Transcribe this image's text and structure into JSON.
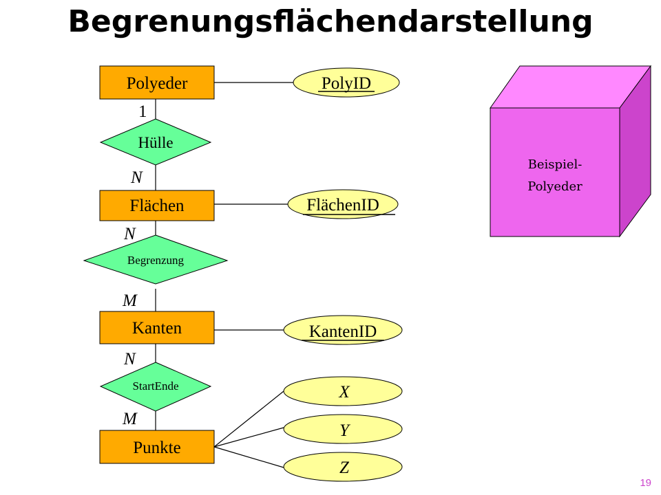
{
  "title": "Begrenungsflächendarstellung",
  "page_number": "19",
  "entities": {
    "polyeder": "Polyeder",
    "flaechen": "Flächen",
    "kanten": "Kanten",
    "punkte": "Punkte"
  },
  "relationships": {
    "huelle": "Hülle",
    "begrenzung": "Begrenzung",
    "startende": "StartEnde"
  },
  "attributes": {
    "polyid": "PolyID",
    "flaechenid": "FlächenID",
    "kantenid": "KantenID",
    "x": "X",
    "y": "Y",
    "z": "Z"
  },
  "cardinalities": {
    "polyeder_huelle": "1",
    "huelle_flaechen": "N",
    "flaechen_begrenzung": "N",
    "begrenzung_kanten": "M",
    "kanten_startende": "N",
    "startende_punkte": "M"
  },
  "example": {
    "line1": "Beispiel-",
    "line2": "Polyeder"
  },
  "colors": {
    "entity_fill": "#ffaa00",
    "relationship_fill": "#66ff99",
    "attribute_fill": "#ffff99",
    "cube_front": "#ee66ee",
    "cube_top": "#ff88ff",
    "cube_side": "#cc44cc",
    "page_number": "#cc44cc"
  }
}
